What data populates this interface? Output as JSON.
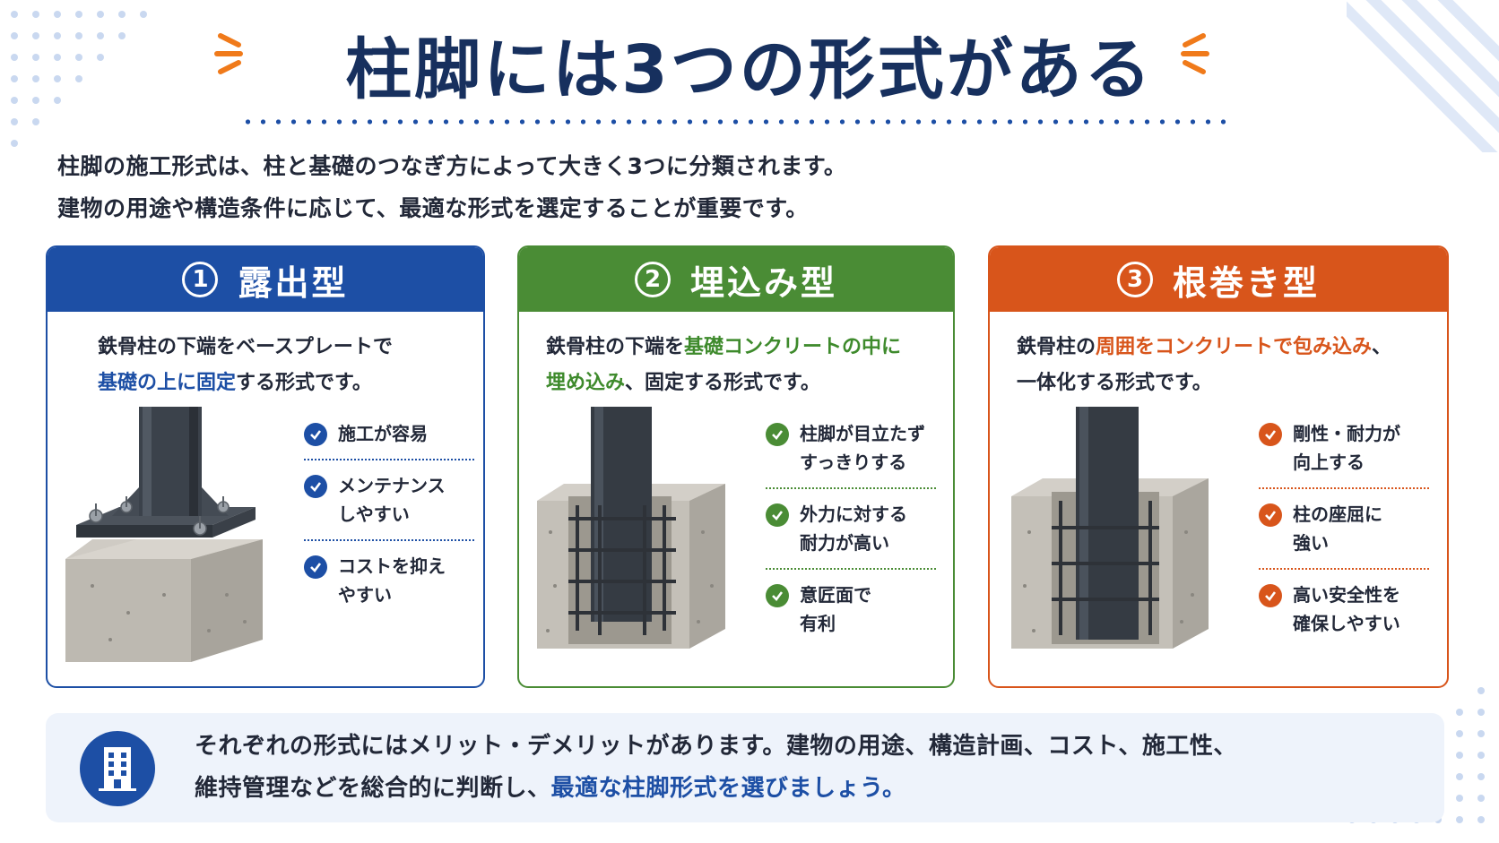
{
  "title": "柱脚には3つの形式がある",
  "intro": {
    "line1": "柱脚の施工形式は、柱と基礎のつなぎ方によって大きく3つに分類されます。",
    "line2": "建物の用途や構造条件に応じて、最適な形式を選定することが重要です。"
  },
  "cards": [
    {
      "number": "1",
      "title": "露出型",
      "desc_line1": "鉄骨柱の下端をベースプレートで",
      "desc_line2_highlight": "基礎の上に固定",
      "desc_line2_rest": "する形式です。",
      "features": [
        {
          "line1": "施工が容易",
          "line2": ""
        },
        {
          "line1": "メンテナンス",
          "line2": "しやすい"
        },
        {
          "line1": "コストを抑え",
          "line2": "やすい"
        }
      ]
    },
    {
      "number": "2",
      "title": "埋込み型",
      "desc_line1_plain": "鉄骨柱の下端を",
      "desc_line1_highlight": "基礎コンクリートの中に",
      "desc_line2_highlight": "埋め込み",
      "desc_line2_rest": "、固定する形式です。",
      "features": [
        {
          "line1": "柱脚が目立たず",
          "line2": "すっきりする"
        },
        {
          "line1": "外力に対する",
          "line2": "耐力が高い"
        },
        {
          "line1": "意匠面で",
          "line2": "有利"
        }
      ]
    },
    {
      "number": "3",
      "title": "根巻き型",
      "desc_line1_plain": "鉄骨柱の",
      "desc_line1_highlight": "周囲をコンクリートで包み込み",
      "desc_line1_rest": "、",
      "desc_line2": "一体化する形式です。",
      "features": [
        {
          "line1": "剛性・耐力が",
          "line2": "向上する"
        },
        {
          "line1": "柱の座屈に",
          "line2": "強い"
        },
        {
          "line1": "高い安全性を",
          "line2": "確保しやすい"
        }
      ]
    }
  ],
  "bottom": {
    "line1": "それぞれの形式にはメリット・デメリットがあります。建物の用途、構造計画、コスト、施工性、",
    "line2_plain": "維持管理などを総合的に判断し、",
    "line2_highlight": "最適な柱脚形式を選びましょう。",
    "icon": "building-icon"
  },
  "colors": {
    "navy": "#17305e",
    "blue": "#1d4fa5",
    "green": "#4a8c35",
    "orange": "#d8551b",
    "bottom_bg": "#eef3fb"
  }
}
